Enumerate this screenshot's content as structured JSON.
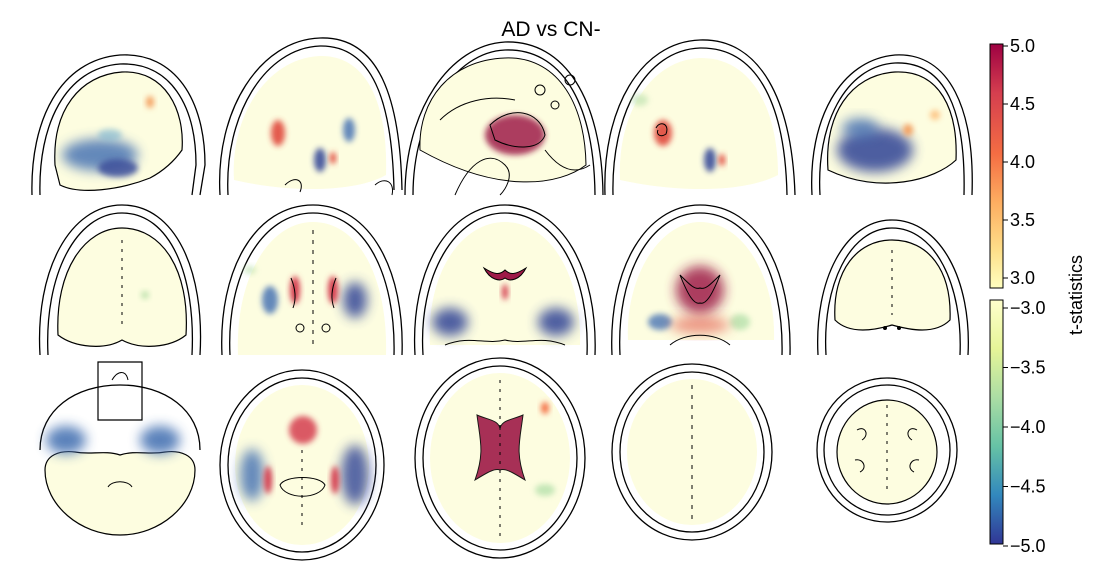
{
  "figure": {
    "title": "AD vs CN-",
    "colorbar_label": "t-statistics",
    "positive_scale": {
      "ticks": [
        "5.0",
        "4.5",
        "4.0",
        "3.5",
        "3.0"
      ],
      "colors": [
        "#9e0142",
        "#d53e4f",
        "#f46d43",
        "#fdae61",
        "#fee08b",
        "#ffffbf"
      ]
    },
    "negative_scale": {
      "ticks": [
        "−3.0",
        "−3.5",
        "−4.0",
        "−4.5",
        "−5.0"
      ],
      "colors": [
        "#ffffcc",
        "#e6f598",
        "#abdda4",
        "#66c2a5",
        "#3288bd",
        "#313695"
      ]
    },
    "brain_fill": "#fdfde0",
    "row_views": [
      "sagittal",
      "coronal",
      "axial"
    ]
  }
}
